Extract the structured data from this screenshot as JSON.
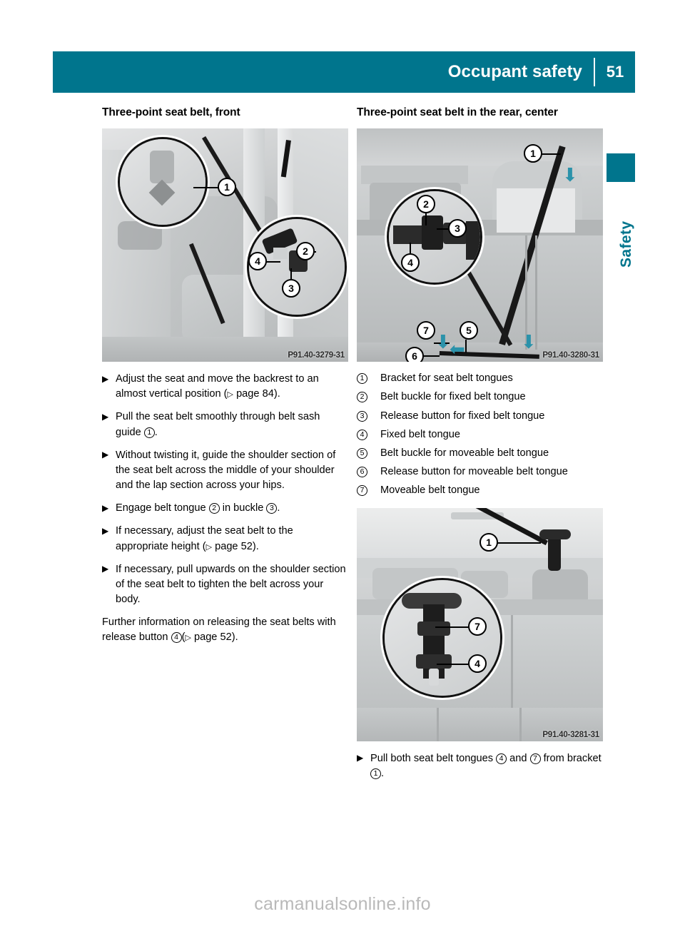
{
  "header": {
    "title": "Occupant safety",
    "page_number": "51",
    "accent_color": "#00758d"
  },
  "side_tab": {
    "label": "Safety",
    "color": "#00758d"
  },
  "left_column": {
    "heading": "Three-point seat belt, front",
    "figure": {
      "caption": "P91.40-3279-31",
      "callouts": [
        "1",
        "2",
        "3",
        "4"
      ]
    },
    "steps": [
      {
        "parts": [
          {
            "t": "text",
            "v": "Adjust the seat and move the backrest to an almost vertical position ("
          },
          {
            "t": "pageref",
            "v": "page 84"
          },
          {
            "t": "text",
            "v": ")."
          }
        ]
      },
      {
        "parts": [
          {
            "t": "text",
            "v": "Pull the seat belt smoothly through belt sash guide "
          },
          {
            "t": "circnum",
            "v": "1"
          },
          {
            "t": "text",
            "v": "."
          }
        ]
      },
      {
        "parts": [
          {
            "t": "text",
            "v": "Without twisting it, guide the shoulder section of the seat belt across the middle of your shoulder and the lap section across your hips."
          }
        ]
      },
      {
        "parts": [
          {
            "t": "text",
            "v": "Engage belt tongue "
          },
          {
            "t": "circnum",
            "v": "2"
          },
          {
            "t": "text",
            "v": " in buckle "
          },
          {
            "t": "circnum",
            "v": "3"
          },
          {
            "t": "text",
            "v": "."
          }
        ]
      },
      {
        "parts": [
          {
            "t": "text",
            "v": "If necessary, adjust the seat belt to the appropriate height ("
          },
          {
            "t": "pageref",
            "v": "page 52"
          },
          {
            "t": "text",
            "v": ")."
          }
        ]
      },
      {
        "parts": [
          {
            "t": "text",
            "v": "If necessary, pull upwards on the shoulder section of the seat belt to tighten the belt across your body."
          }
        ]
      }
    ],
    "closing_paragraph": {
      "parts": [
        {
          "t": "text",
          "v": "Further information on releasing the seat belts with release button "
        },
        {
          "t": "circnum",
          "v": "4"
        },
        {
          "t": "text",
          "v": "("
        },
        {
          "t": "pageref",
          "v": "page 52"
        },
        {
          "t": "text",
          "v": ")."
        }
      ]
    }
  },
  "right_column": {
    "heading": "Three-point seat belt in the rear, center",
    "figure_top": {
      "caption": "P91.40-3280-31",
      "callouts": [
        "1",
        "2",
        "3",
        "4",
        "5",
        "6",
        "7"
      ]
    },
    "legend": [
      {
        "num": "1",
        "label": "Bracket for seat belt tongues"
      },
      {
        "num": "2",
        "label": "Belt buckle for fixed belt tongue"
      },
      {
        "num": "3",
        "label": "Release button for fixed belt tongue"
      },
      {
        "num": "4",
        "label": "Fixed belt tongue"
      },
      {
        "num": "5",
        "label": "Belt buckle for moveable belt tongue"
      },
      {
        "num": "6",
        "label": "Release button for moveable belt tongue"
      },
      {
        "num": "7",
        "label": "Moveable belt tongue"
      }
    ],
    "figure_bottom": {
      "caption": "P91.40-3281-31",
      "callouts": [
        "1",
        "7",
        "4"
      ]
    },
    "steps": [
      {
        "parts": [
          {
            "t": "text",
            "v": "Pull both seat belt tongues "
          },
          {
            "t": "circnum",
            "v": "4"
          },
          {
            "t": "text",
            "v": " and "
          },
          {
            "t": "circnum",
            "v": "7"
          },
          {
            "t": "text",
            "v": " from bracket "
          },
          {
            "t": "circnum",
            "v": "1"
          },
          {
            "t": "text",
            "v": "."
          }
        ]
      }
    ]
  },
  "watermark": {
    "text": "carmanualsonline.info"
  },
  "icons": {
    "bullet_marker": "triangle-right-icon",
    "pageref_marker": "triangle-right-outline-icon"
  }
}
